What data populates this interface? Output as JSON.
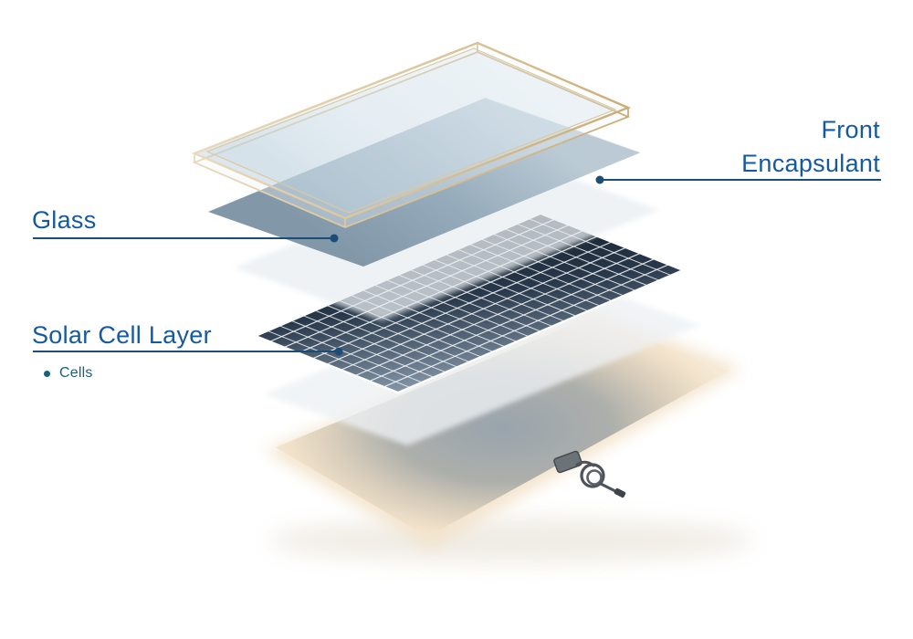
{
  "labels": {
    "front_encapsulant": {
      "line1": "Front",
      "line2": "Encapsulant"
    },
    "glass": {
      "text": "Glass"
    },
    "solar_cell_layer": {
      "text": "Solar Cell Layer",
      "bullet": "Cells"
    }
  },
  "colors": {
    "label_text": "#15599e",
    "leader_line": "#1d4d77",
    "bullet_teal": "#1b607a",
    "encapsulant_top": "#b9c9d4",
    "encapsulant_bottom": "#7e95a6",
    "cell_dark": "#141e2a",
    "cell_light": "#8496a8",
    "backsheet_center": "#99a4ad",
    "backsheet_edge": "#f6ead6",
    "glass_frame_gold": "#c7a76f"
  },
  "cell_grid": {
    "columns": 24,
    "rows": 10
  },
  "layers": [
    "glass-panel",
    "front-encapsulant-sheet",
    "upper-encapsulant-sheet",
    "solar-cell-layer",
    "lower-encapsulant-sheet",
    "backsheet"
  ]
}
